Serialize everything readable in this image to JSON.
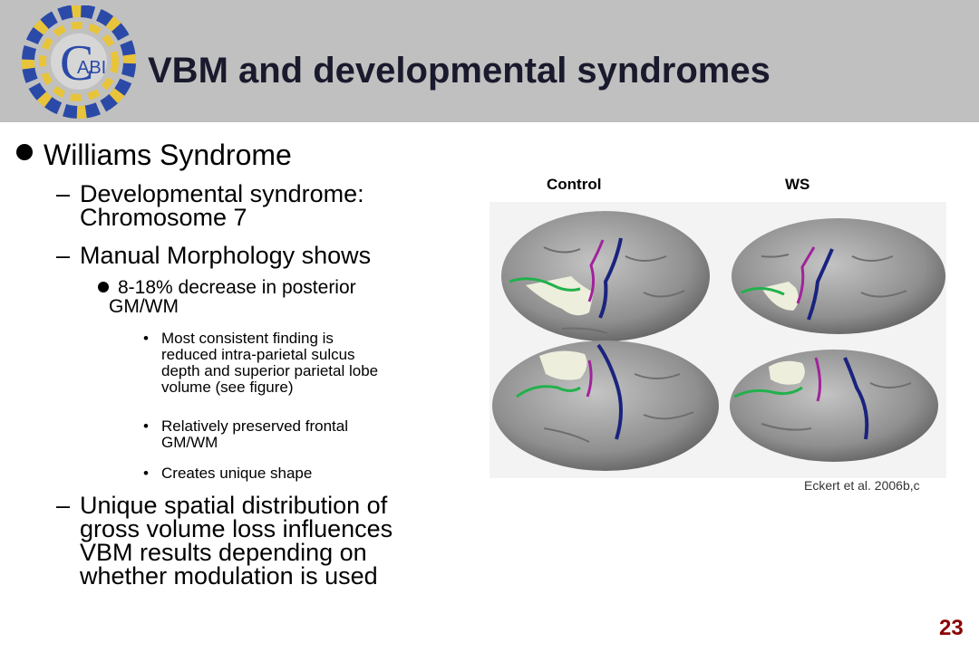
{
  "header": {
    "title": "VBM and developmental syndromes",
    "logo_text": "ABI",
    "logo_letter": "C",
    "colors": {
      "background": "#c0c0c0",
      "logo_blue": "#2b4aa8",
      "logo_gold": "#e8c43a"
    }
  },
  "content": {
    "bullet_1": "Williams Syndrome",
    "sub_1_line1": "Developmental syndrome:",
    "sub_1_line2": "Chromosome 7",
    "sub_2": "Manual Morphology shows",
    "subsub_1_line1": "8-18% decrease in posterior",
    "subsub_1_line2": "GM/WM",
    "detail_1_lines": [
      "Most consistent finding is",
      "reduced intra-parietal sulcus",
      "depth and superior parietal lobe",
      "volume (see figure)"
    ],
    "detail_2_lines": [
      "Relatively preserved frontal",
      "GM/WM"
    ],
    "detail_3": "Creates unique shape",
    "sub_3_lines": [
      "Unique spatial distribution of",
      "gross volume loss influences",
      "VBM results depending on",
      "whether modulation is used"
    ],
    "dash": "–",
    "small_bullet": "•"
  },
  "figure": {
    "label_control": "Control",
    "label_ws": "WS",
    "citation": "Eckert et al. 2006b,c",
    "colors": {
      "brain": "#8f8f8f",
      "blue_sulcus": "#1a237e",
      "magenta_sulcus": "#a0239a",
      "green_sulcus": "#22b14c",
      "highlight": "#eeeedd"
    }
  },
  "page_number": "23"
}
